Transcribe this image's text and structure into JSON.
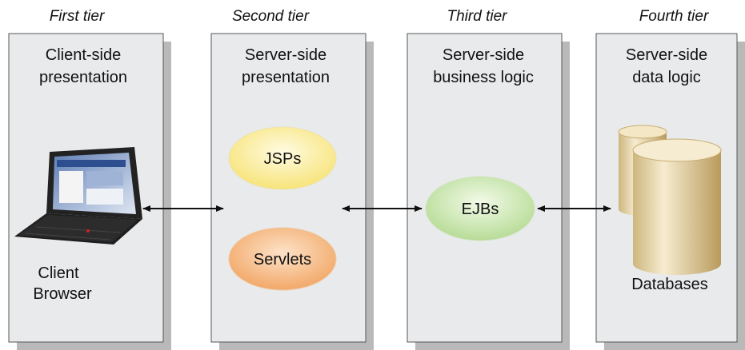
{
  "colors": {
    "panel_fill": "#e9eaec",
    "panel_border": "#555555",
    "panel_shadow": "#b9b9b9",
    "jsp_fill": "#fbef9c",
    "servlet_fill": "#f6c08e",
    "ejb_fill": "#cfe8b6",
    "database_fill": "#e4cf9d",
    "arrow": "#111111"
  },
  "tiers": [
    {
      "tier_label": "First tier",
      "heading_line1": "Client-side",
      "heading_line2": "presentation"
    },
    {
      "tier_label": "Second tier",
      "heading_line1": "Server-side",
      "heading_line2": "presentation"
    },
    {
      "tier_label": "Third tier",
      "heading_line1": "Server-side",
      "heading_line2": "business logic"
    },
    {
      "tier_label": "Fourth tier",
      "heading_line1": "Server-side",
      "heading_line2": "data logic"
    }
  ],
  "client": {
    "line1": "Client",
    "line2": "Browser",
    "icon": "laptop-icon"
  },
  "components": {
    "jsps": "JSPs",
    "servlets": "Servlets",
    "ejbs": "EJBs"
  },
  "data_store": {
    "label": "Databases",
    "icon": "database-icon"
  },
  "arrows": [
    "bidirectional",
    "bidirectional",
    "bidirectional"
  ]
}
